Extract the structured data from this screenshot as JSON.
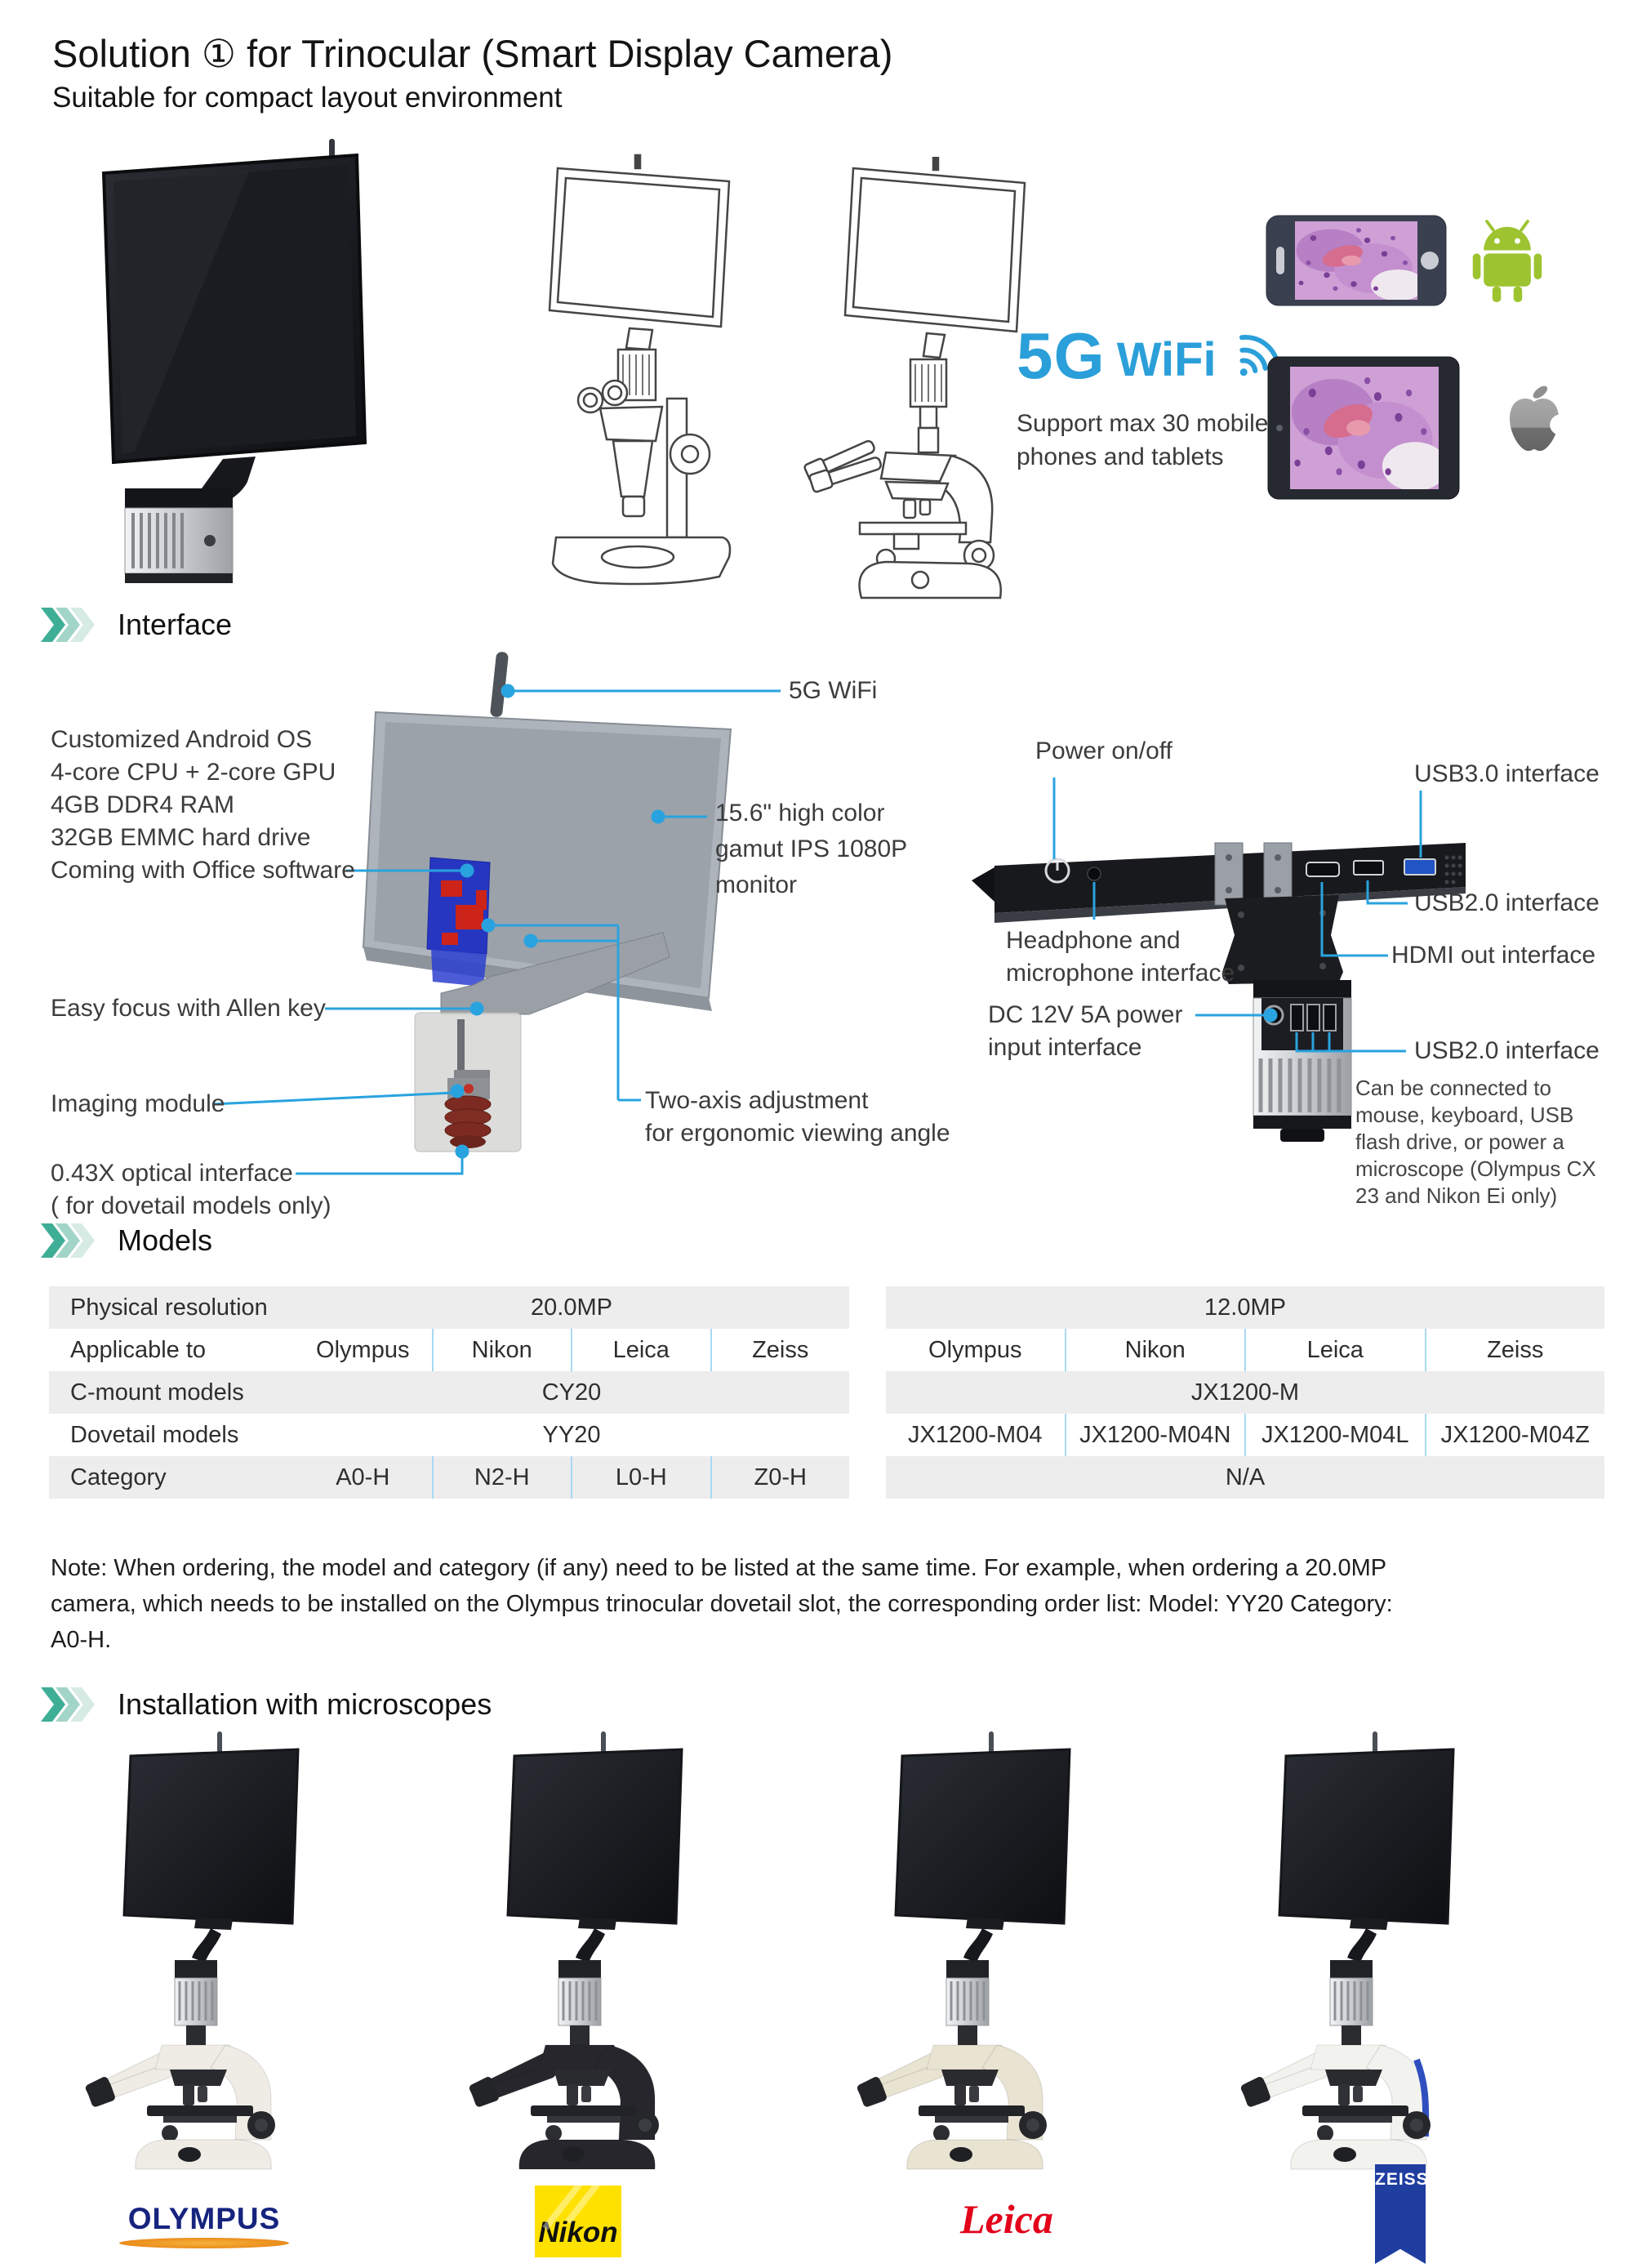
{
  "page": {
    "title": "Solution ① for Trinocular  (Smart Display Camera)",
    "subtitle": "Suitable for compact layout environment"
  },
  "hero": {
    "five_g": "5G",
    "wifi": "WiFi",
    "support": [
      "Support max 30 mobile",
      "phones and tablets"
    ]
  },
  "interface": {
    "section_title": "Interface",
    "wifi_callout": "5G WiFi",
    "specs": [
      "Customized Android OS",
      "4-core CPU + 2-core GPU",
      "4GB DDR4 RAM",
      "32GB EMMC hard drive",
      "Coming with Office software"
    ],
    "monitor_spec": [
      "15.6\" high color",
      "gamut IPS 1080P",
      "monitor"
    ],
    "easy_focus": "Easy focus with Allen key",
    "imaging_module": "Imaging module",
    "optical": [
      "0.43X optical interface",
      "( for dovetail models only)"
    ],
    "two_axis": [
      "Two-axis adjustment",
      "for ergonomic viewing angle"
    ],
    "power": "Power on/off",
    "usb3": "USB3.0 interface",
    "usb2_top": "USB2.0 interface",
    "hdmi": "HDMI out interface",
    "headphone": [
      "Headphone and",
      "microphone interface"
    ],
    "dc": [
      "DC 12V 5A power",
      "input interface"
    ],
    "usb2_bottom": "USB2.0 interface",
    "usb2_note": [
      "Can be connected to",
      "mouse, keyboard, USB",
      "flash drive, or power a",
      "microscope (Olympus CX",
      "23 and Nikon Ei only)"
    ]
  },
  "models": {
    "section_title": "Models",
    "left": {
      "rows": [
        {
          "label": "Physical resolution",
          "value": "20.0MP"
        },
        {
          "label": "Applicable to",
          "cells": [
            "Olympus",
            "Nikon",
            "Leica",
            "Zeiss"
          ]
        },
        {
          "label": "C-mount models",
          "value": "CY20"
        },
        {
          "label": "Dovetail models",
          "value": "YY20"
        },
        {
          "label": "Category",
          "cells": [
            "A0-H",
            "N2-H",
            "L0-H",
            "Z0-H"
          ]
        }
      ]
    },
    "right": {
      "rows": [
        {
          "value": "12.0MP"
        },
        {
          "cells": [
            "Olympus",
            "Nikon",
            "Leica",
            "Zeiss"
          ]
        },
        {
          "value": "JX1200-M"
        },
        {
          "cells": [
            "JX1200-M04",
            "JX1200-M04N",
            "JX1200-M04L",
            "JX1200-M04Z"
          ]
        },
        {
          "value": "N/A"
        }
      ]
    }
  },
  "note": [
    "Note: When ordering, the model and category (if any) need to be listed at the same time. For example, when ordering a 20.0MP",
    "camera, which needs to be installed on the Olympus trinocular dovetail slot, the corresponding order list: Model: YY20  Category:",
    "A0-H."
  ],
  "installation": {
    "section_title": "Installation with microscopes"
  },
  "brands": {
    "olympus": "OLYMPUS",
    "nikon": "Nikon",
    "leica": "Leica",
    "zeiss": "ZEISS"
  },
  "colors": {
    "accent_blue": "#29a3df",
    "wifi_blue": "#2b9fd9",
    "teal": "#3fae96",
    "android_green": "#9dc430",
    "table_separator": "#a9d9f2"
  }
}
